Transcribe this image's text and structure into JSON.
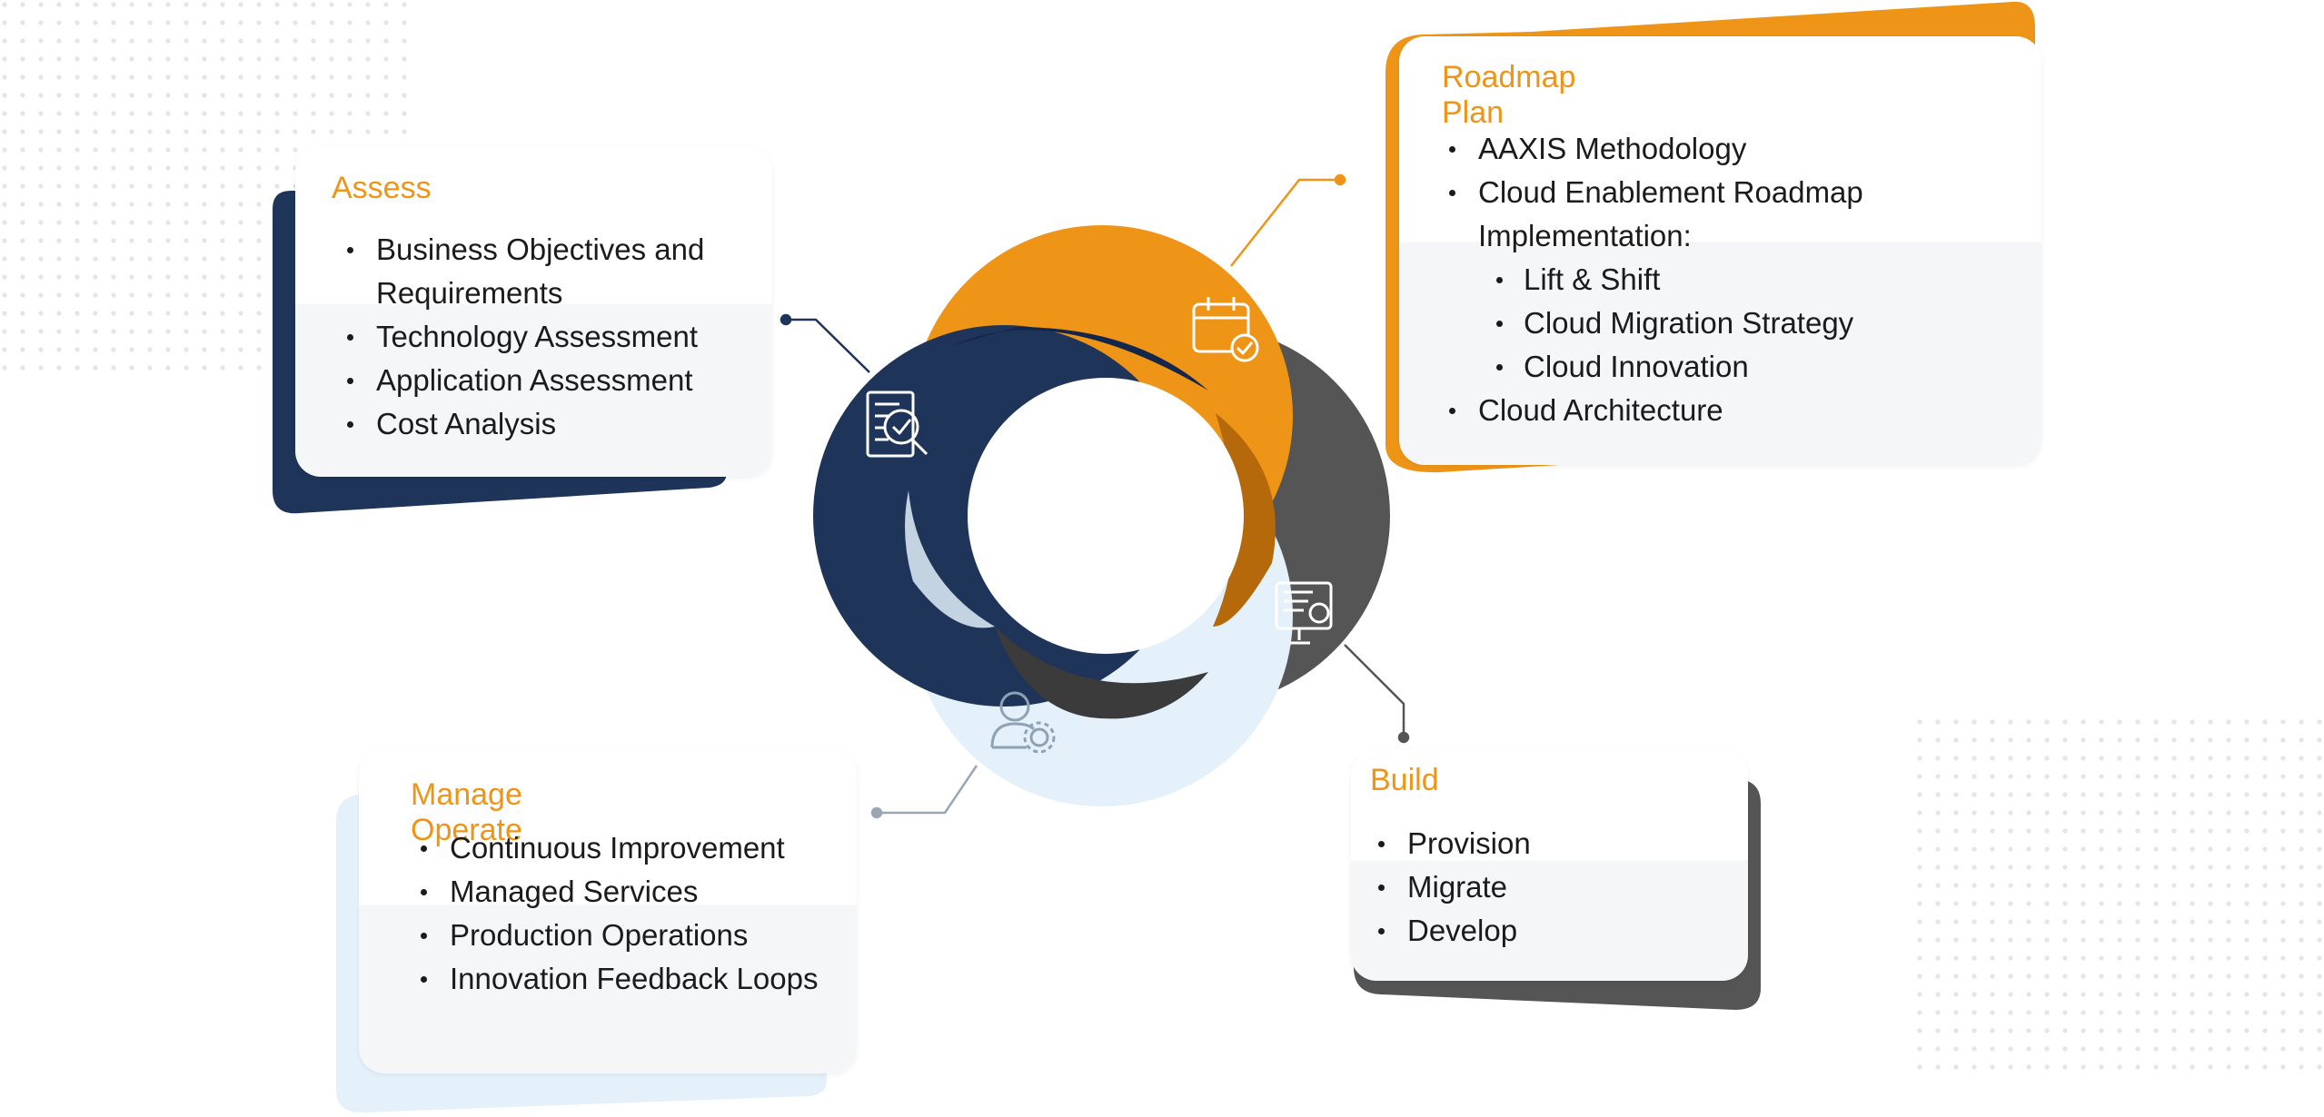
{
  "colors": {
    "orange": "#ee9518",
    "navy": "#1e3459",
    "gray": "#555555",
    "light_blue": "#e4f0fa",
    "text": "#1b1b1b"
  },
  "cycle": {
    "icons": [
      "calendar-check-icon",
      "document-search-icon",
      "monitor-settings-icon",
      "user-gear-icon"
    ]
  },
  "assess": {
    "title": "Assess",
    "items": [
      "Business Objectives and",
      "Requirements",
      "Technology Assessment",
      "Application Assessment",
      "Cost Analysis"
    ]
  },
  "roadmap": {
    "title": "Roadmap Plan",
    "items": [
      "AAXIS Methodology",
      "Cloud Enablement Roadmap",
      "Implementation:",
      "Lift & Shift",
      "Cloud Migration Strategy",
      "Cloud Innovation",
      "Cloud Architecture"
    ]
  },
  "manage": {
    "title": "Manage Operate",
    "items": [
      "Continuous Improvement",
      "Managed Services",
      "Production Operations",
      "Innovation Feedback Loops"
    ]
  },
  "build": {
    "title": "Build",
    "items": [
      "Provision",
      "Migrate",
      "Develop"
    ]
  }
}
